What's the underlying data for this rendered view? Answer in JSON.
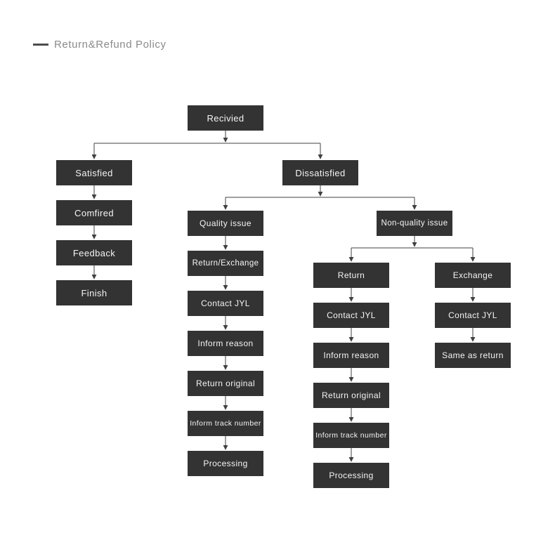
{
  "title": "Return&Refund Policy",
  "colors": {
    "background": "#ffffff",
    "box_fill": "#333333",
    "box_text": "#f5f5f5",
    "connector": "#404040",
    "title_text": "#8a8a8a",
    "title_dash": "#4d4d4d"
  },
  "nodes": {
    "recivied": {
      "label": "Recivied"
    },
    "satisfied": {
      "label": "Satisfied"
    },
    "comfired": {
      "label": "Comfired"
    },
    "feedback": {
      "label": "Feedback"
    },
    "finish": {
      "label": "Finish"
    },
    "dissatisfied": {
      "label": "Dissatisfied"
    },
    "quality_issue": {
      "label": "Quality issue"
    },
    "return_exchange": {
      "label": "Return/Exchange"
    },
    "contact_jyl_q": {
      "label": "Contact JYL"
    },
    "inform_reason_q": {
      "label": "Inform reason"
    },
    "return_original_q": {
      "label": "Return original"
    },
    "inform_track_q": {
      "label": "Inform track number"
    },
    "processing_q": {
      "label": "Processing"
    },
    "non_quality_issue": {
      "label": "Non-quality issue"
    },
    "return_n": {
      "label": "Return"
    },
    "contact_jyl_n": {
      "label": "Contact JYL"
    },
    "inform_reason_n": {
      "label": "Inform reason"
    },
    "return_original_n": {
      "label": "Return original"
    },
    "inform_track_n": {
      "label": "Inform track number"
    },
    "processing_n": {
      "label": "Processing"
    },
    "exchange": {
      "label": "Exchange"
    },
    "contact_jyl_e": {
      "label": "Contact JYL"
    },
    "same_as_return": {
      "label": "Same as return"
    }
  },
  "edges": [
    {
      "from": "recivied",
      "to": "satisfied"
    },
    {
      "from": "recivied",
      "to": "dissatisfied"
    },
    {
      "from": "satisfied",
      "to": "comfired"
    },
    {
      "from": "comfired",
      "to": "feedback"
    },
    {
      "from": "feedback",
      "to": "finish"
    },
    {
      "from": "dissatisfied",
      "to": "quality_issue"
    },
    {
      "from": "dissatisfied",
      "to": "non_quality_issue"
    },
    {
      "from": "quality_issue",
      "to": "return_exchange"
    },
    {
      "from": "return_exchange",
      "to": "contact_jyl_q"
    },
    {
      "from": "contact_jyl_q",
      "to": "inform_reason_q"
    },
    {
      "from": "inform_reason_q",
      "to": "return_original_q"
    },
    {
      "from": "return_original_q",
      "to": "inform_track_q"
    },
    {
      "from": "inform_track_q",
      "to": "processing_q"
    },
    {
      "from": "non_quality_issue",
      "to": "return_n"
    },
    {
      "from": "non_quality_issue",
      "to": "exchange"
    },
    {
      "from": "return_n",
      "to": "contact_jyl_n"
    },
    {
      "from": "contact_jyl_n",
      "to": "inform_reason_n"
    },
    {
      "from": "inform_reason_n",
      "to": "return_original_n"
    },
    {
      "from": "return_original_n",
      "to": "inform_track_n"
    },
    {
      "from": "inform_track_n",
      "to": "processing_n"
    },
    {
      "from": "exchange",
      "to": "contact_jyl_e"
    },
    {
      "from": "contact_jyl_e",
      "to": "same_as_return"
    }
  ]
}
